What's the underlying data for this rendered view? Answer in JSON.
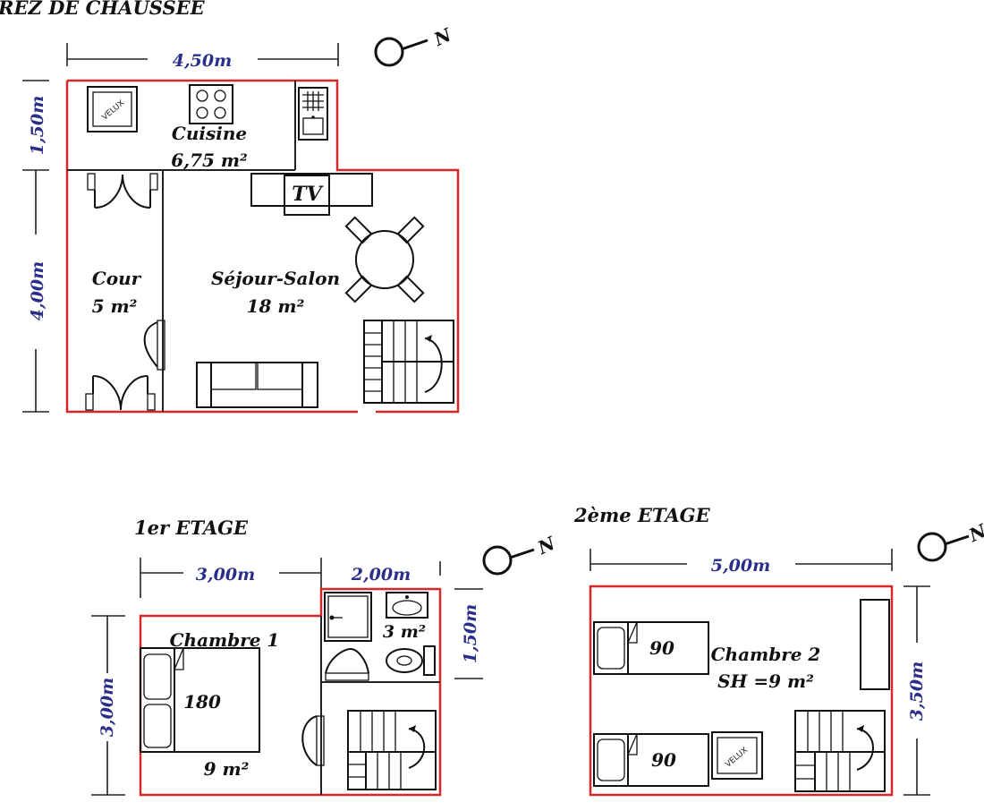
{
  "floors": {
    "ground": {
      "title": "REZ DE CHAUSSEE",
      "dims": {
        "width": "4,50m",
        "h1": "1,50m",
        "h2": "4,00m"
      },
      "rooms": {
        "cuisine": {
          "name": "Cuisine",
          "area": "6,75 m²"
        },
        "cour": {
          "name": "Cour",
          "area": "5 m²"
        },
        "sejour": {
          "name": "Séjour-Salon",
          "area": "18 m²"
        }
      },
      "labels": {
        "velux": "VELUX",
        "tv": "TV"
      }
    },
    "first": {
      "title": "1er ETAGE",
      "dims": {
        "w1": "3,00m",
        "w2": "2,00m",
        "h1": "3,00m",
        "h2": "1,50m"
      },
      "rooms": {
        "chambre1": {
          "name": "Chambre 1",
          "area": "9 m²",
          "bed": "180"
        },
        "bath": {
          "area": "3 m²"
        }
      }
    },
    "second": {
      "title": "2ème ETAGE",
      "dims": {
        "width": "5,00m",
        "height": "3,50m"
      },
      "rooms": {
        "chambre2": {
          "name": "Chambre 2",
          "area": "SH =9  m²",
          "bed1": "90",
          "bed2": "90"
        }
      },
      "labels": {
        "velux": "VELUX"
      }
    }
  },
  "compass": {
    "north": "N"
  }
}
